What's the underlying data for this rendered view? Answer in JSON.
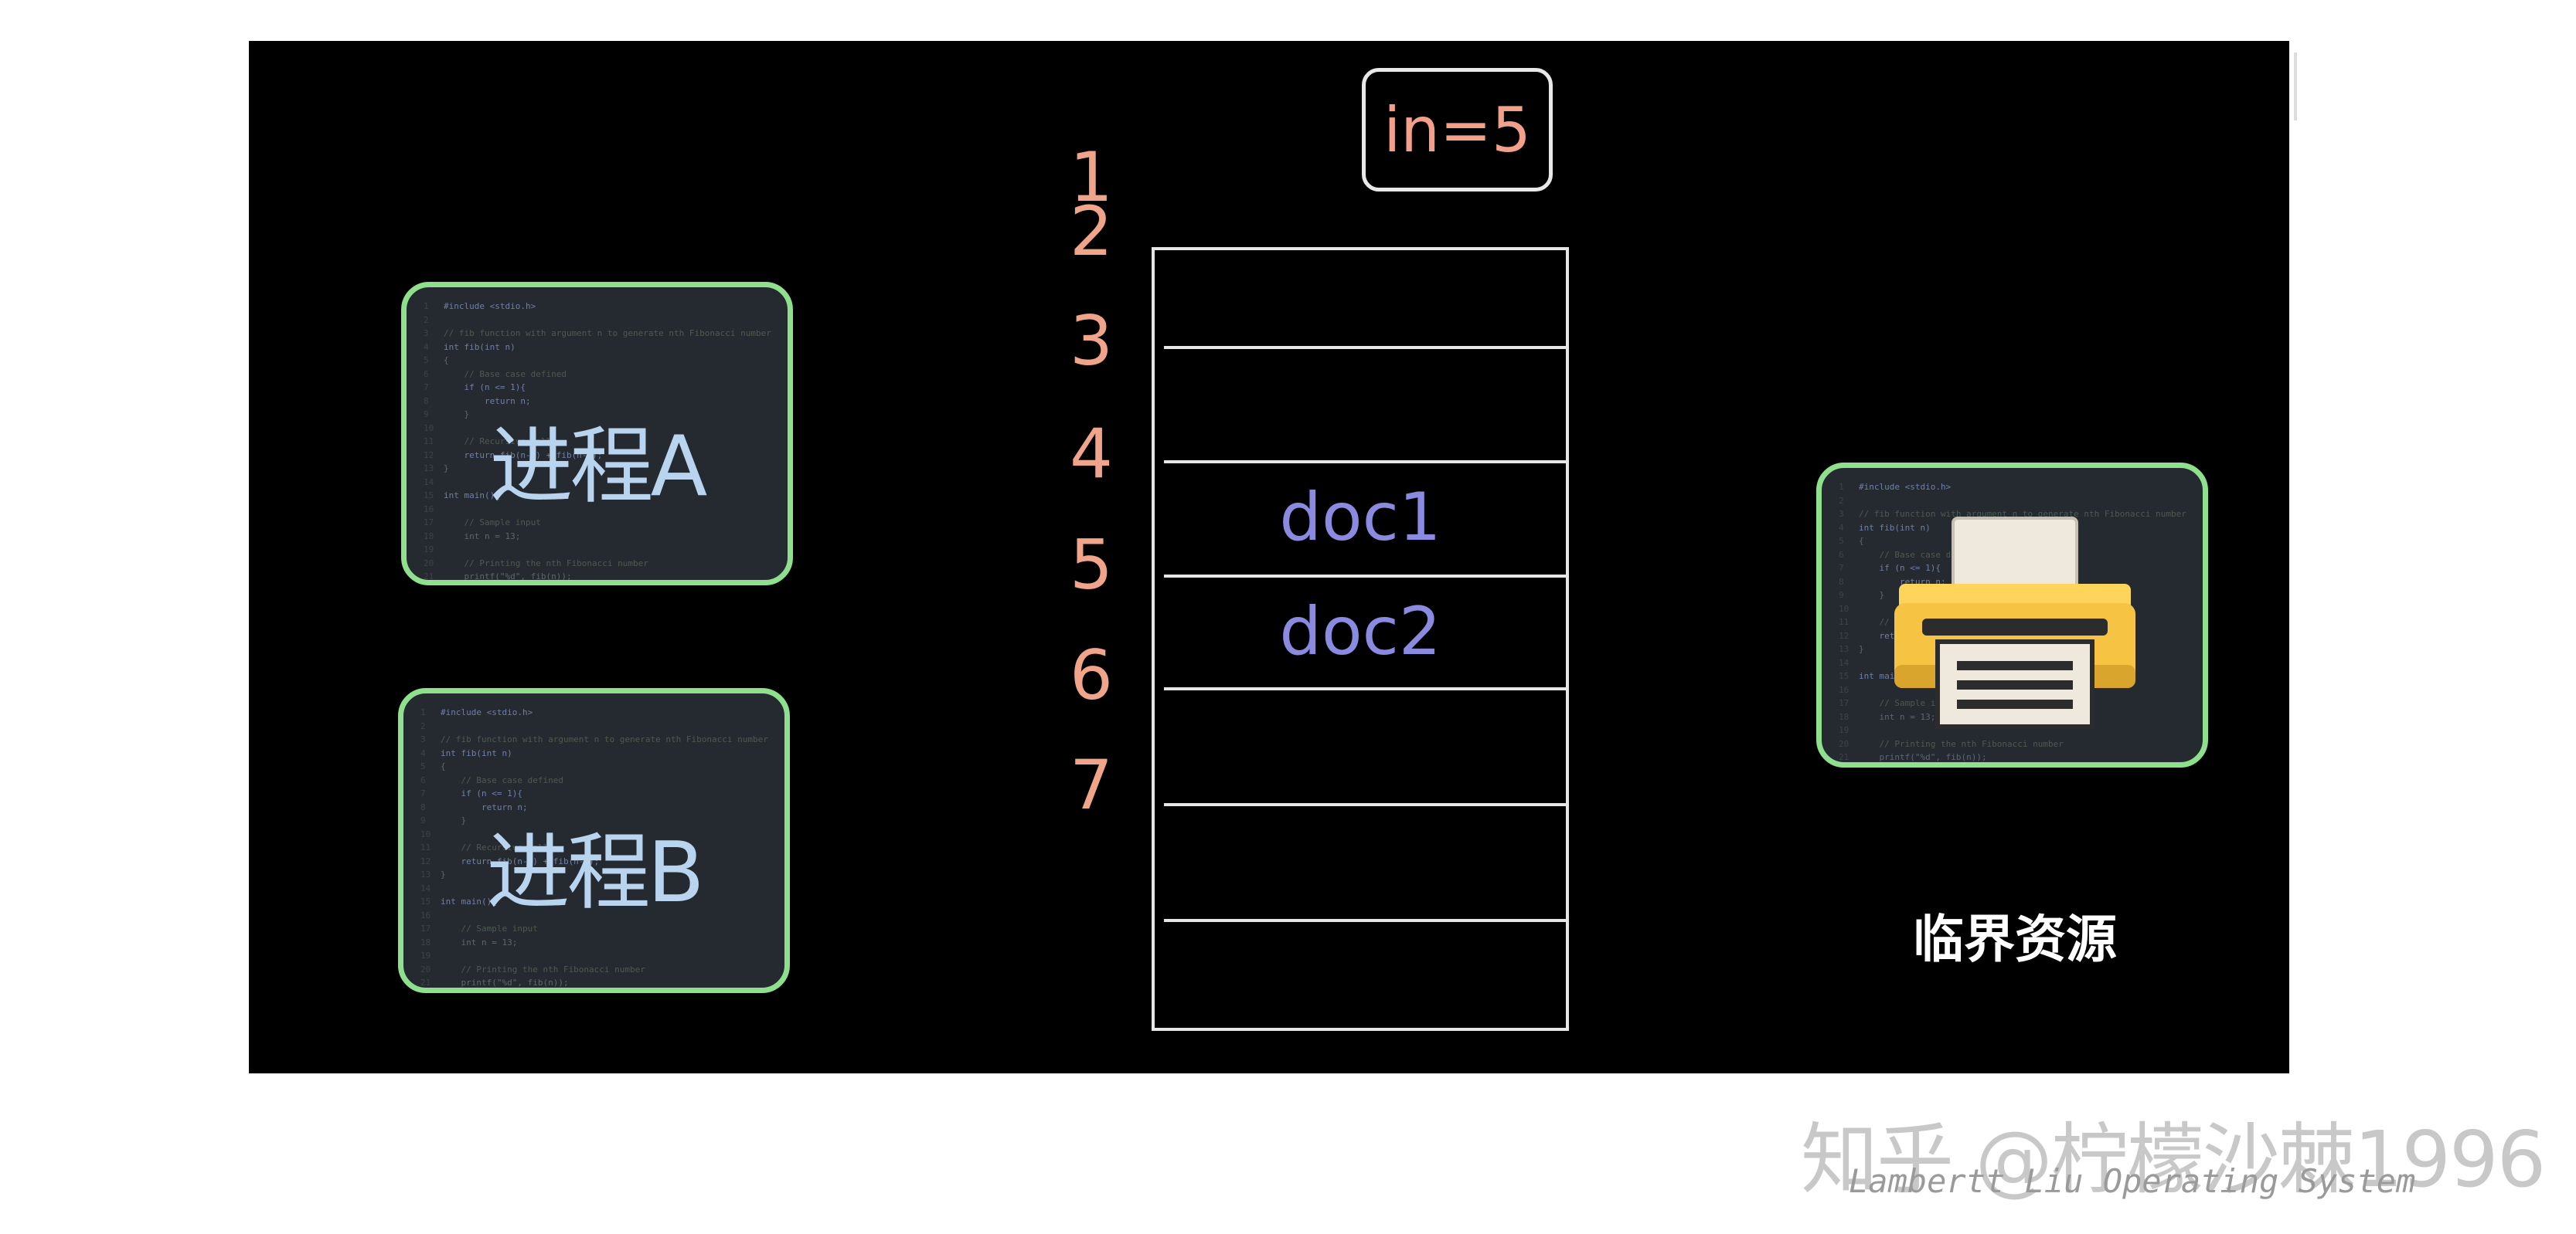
{
  "pointer_label": "in=5",
  "processes": {
    "a_label": "进程A",
    "b_label": "进程B"
  },
  "queue": {
    "indices": [
      "1",
      "2",
      "3",
      "4",
      "5",
      "6",
      "7"
    ],
    "slots": [
      "",
      "",
      "doc1",
      "doc2",
      "",
      "",
      ""
    ]
  },
  "critical_resource_label": "临界资源",
  "printer_icon": "printer-icon",
  "code_snippet": [
    "#include <stdio.h>",
    "",
    "// fib function with argument n to generate nth Fibonacci number",
    "int fib(int n)",
    "{",
    "    // Base case defined",
    "    if (n <= 1){",
    "        return n;",
    "    }",
    "",
    "    // Recursive call",
    "    return fib(n-1) + fib(n-2);",
    "}",
    "",
    "int main(){",
    "",
    "    // Sample input",
    "    int n = 13;",
    "",
    "    // Printing the nth Fibonacci number",
    "    printf(\"%d\", fib(n));",
    "}"
  ],
  "watermark": {
    "site": "知乎 @柠檬沙棘1996",
    "subtitle": "Lambertt Liu   Operating System"
  },
  "colors": {
    "background": "#000000",
    "process_border": "#8fe08c",
    "index_color": "#f0a48a",
    "doc_color": "#8a8ae0",
    "printer_yellow": "#f6c342"
  }
}
